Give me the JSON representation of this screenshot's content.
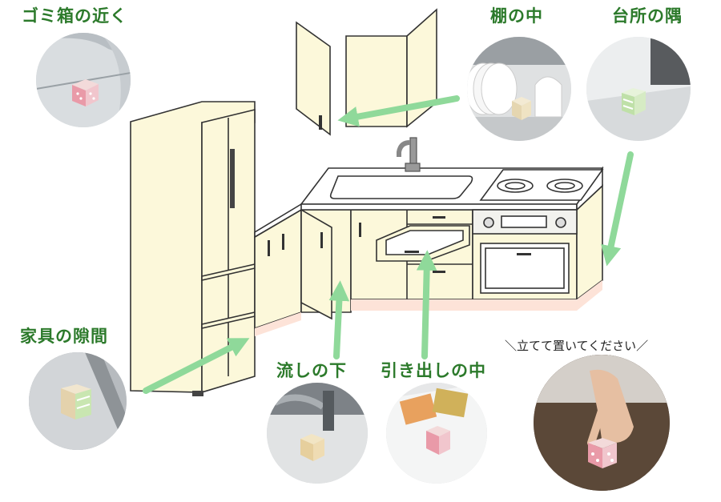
{
  "colors": {
    "label_green": "#2c7a2b",
    "arrow_green": "#8fd99a",
    "cabinet_cream": "#fcf8da",
    "baseboard_pink": "#fde3d8",
    "outline": "#333333"
  },
  "labels": {
    "trash_can": "ゴミ箱の近く",
    "shelf": "棚の中",
    "kitchen_corner": "台所の隅",
    "furniture_gap": "家具の隙間",
    "under_sink": "流しの下",
    "drawer": "引き出しの中"
  },
  "instruction": "＼立てて置いてください／",
  "icons": [
    "refrigerator-icon",
    "sink-icon",
    "faucet-icon",
    "stove-icon",
    "oven-icon",
    "drawer-icon",
    "deodorizer-cube-icon",
    "hand-icon"
  ]
}
